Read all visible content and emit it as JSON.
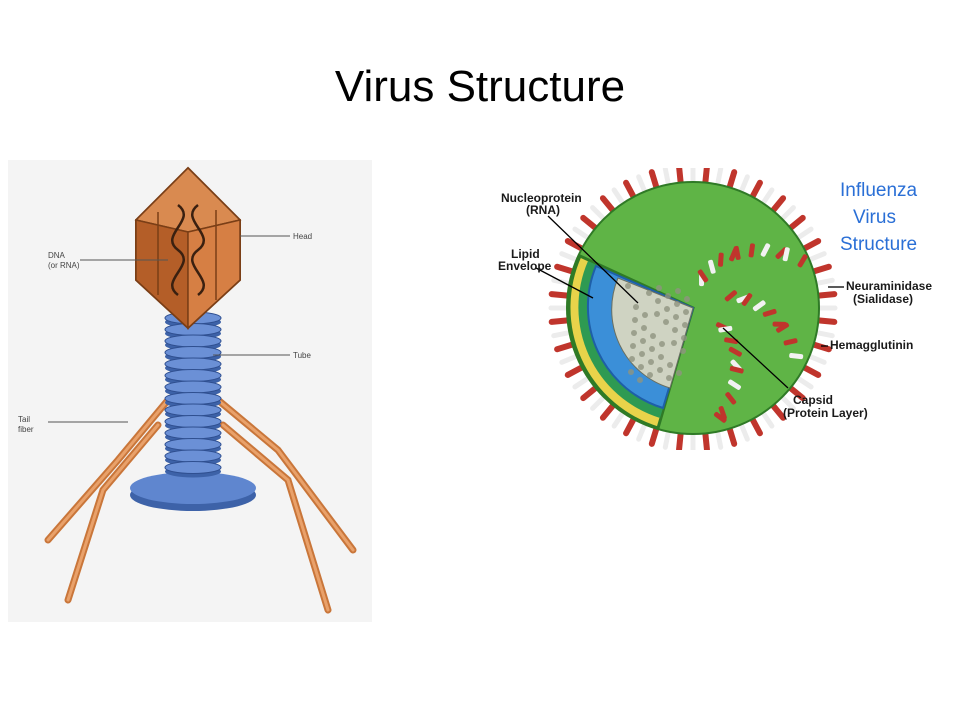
{
  "title": "Virus Structure",
  "phage": {
    "labels": {
      "head": "Head",
      "dna_line1": "DNA",
      "dna_line2": "(or RNA)",
      "tube": "Tube",
      "tail_line1": "Tail",
      "tail_line2": "fiber"
    },
    "colors": {
      "head": "#c8703a",
      "tube": "#5b7fc6",
      "fiber": "#d9884a"
    }
  },
  "influenza": {
    "heading_lines": [
      "Influenza",
      "Virus",
      "Structure"
    ],
    "labels": {
      "nucleoprotein_line1": "Nucleoprotein",
      "nucleoprotein_line2": "(RNA)",
      "lipid_line1": "Lipid",
      "lipid_line2": "Envelope",
      "neuraminidase_line1": "Neuraminidase",
      "neuraminidase_line2": "(Sialidase)",
      "hemagglutinin": "Hemagglutinin",
      "capsid_line1": "Capsid",
      "capsid_line2": "(Protein Layer)"
    },
    "colors": {
      "envelope": "#4caa3a",
      "inner": "#3b8fd8",
      "spike_red": "#c0352c",
      "heading": "#2a6fd6"
    }
  }
}
